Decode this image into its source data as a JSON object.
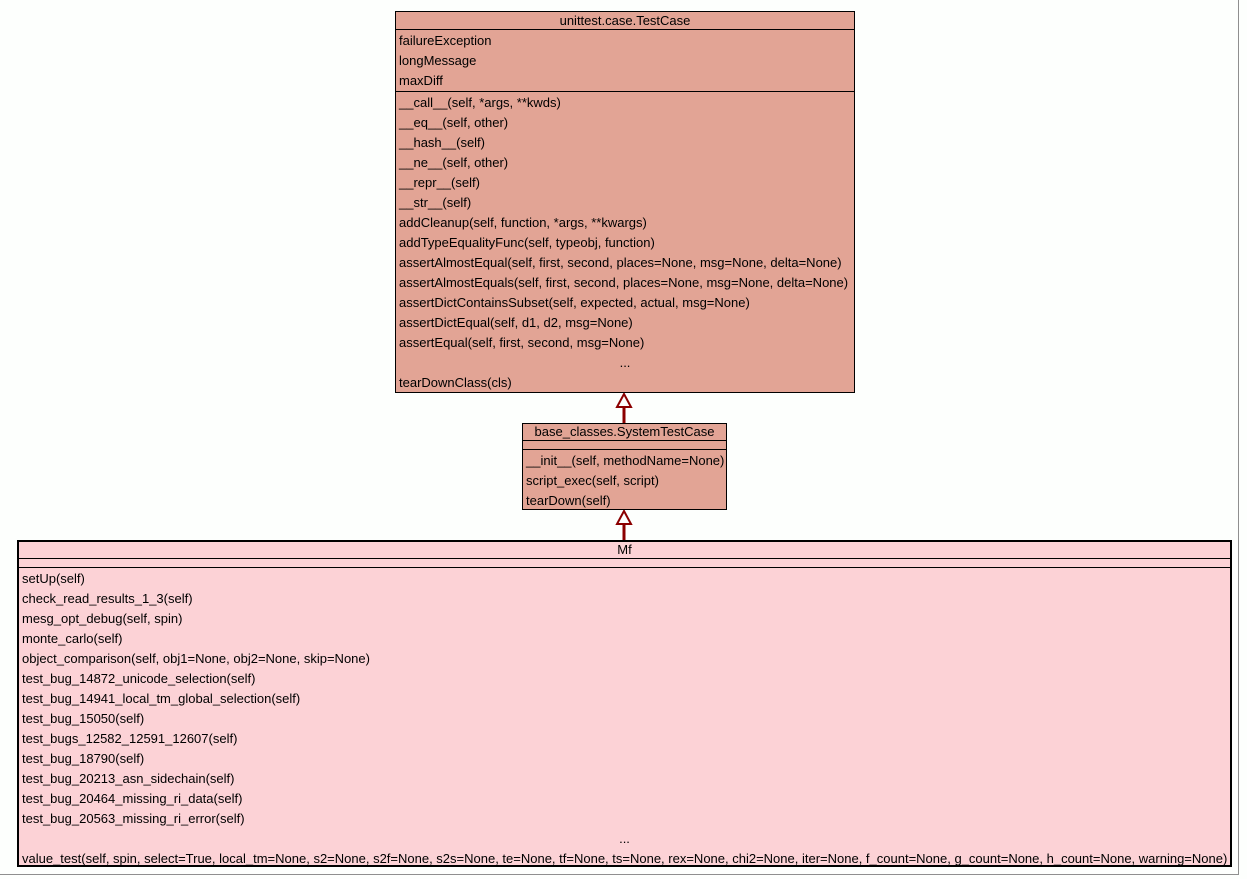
{
  "diagram": {
    "type": "uml-class-diagram",
    "colors": {
      "ancestor_fill": "#e2a495",
      "subject_fill": "#fcd2d6",
      "box_border": "#000000",
      "arrow": "#8b0000",
      "background": "#fdfffd"
    },
    "classes": [
      {
        "name": "unittest.case.TestCase",
        "attributes": [
          "failureException",
          "longMessage",
          "maxDiff"
        ],
        "methods": [
          "__call__(self, *args, **kwds)",
          "__eq__(self, other)",
          "__hash__(self)",
          "__ne__(self, other)",
          "__repr__(self)",
          "__str__(self)",
          "addCleanup(self, function, *args, **kwargs)",
          "addTypeEqualityFunc(self, typeobj, function)",
          "assertAlmostEqual(self, first, second, places=None, msg=None, delta=None)",
          "assertAlmostEquals(self, first, second, places=None, msg=None, delta=None)",
          "assertDictContainsSubset(self, expected, actual, msg=None)",
          "assertDictEqual(self, d1, d2, msg=None)",
          "assertEqual(self, first, second, msg=None)",
          "...",
          "tearDownClass(cls)"
        ]
      },
      {
        "name": "base_classes.SystemTestCase",
        "attributes": [],
        "methods": [
          "__init__(self, methodName=None)",
          "script_exec(self, script)",
          "tearDown(self)"
        ]
      },
      {
        "name": "Mf",
        "attributes": [],
        "methods": [
          "setUp(self)",
          "check_read_results_1_3(self)",
          "mesg_opt_debug(self, spin)",
          "monte_carlo(self)",
          "object_comparison(self, obj1=None, obj2=None, skip=None)",
          "test_bug_14872_unicode_selection(self)",
          "test_bug_14941_local_tm_global_selection(self)",
          "test_bug_15050(self)",
          "test_bugs_12582_12591_12607(self)",
          "test_bug_18790(self)",
          "test_bug_20213_asn_sidechain(self)",
          "test_bug_20464_missing_ri_data(self)",
          "test_bug_20563_missing_ri_error(self)",
          "...",
          "value_test(self, spin, select=True, local_tm=None, s2=None, s2f=None, s2s=None, te=None, tf=None, ts=None, rex=None, chi2=None, iter=None, f_count=None, g_count=None, h_count=None, warning=None)"
        ]
      }
    ],
    "relations": [
      {
        "type": "inheritance",
        "from": "base_classes.SystemTestCase",
        "to": "unittest.case.TestCase"
      },
      {
        "type": "inheritance",
        "from": "Mf",
        "to": "base_classes.SystemTestCase"
      }
    ]
  }
}
